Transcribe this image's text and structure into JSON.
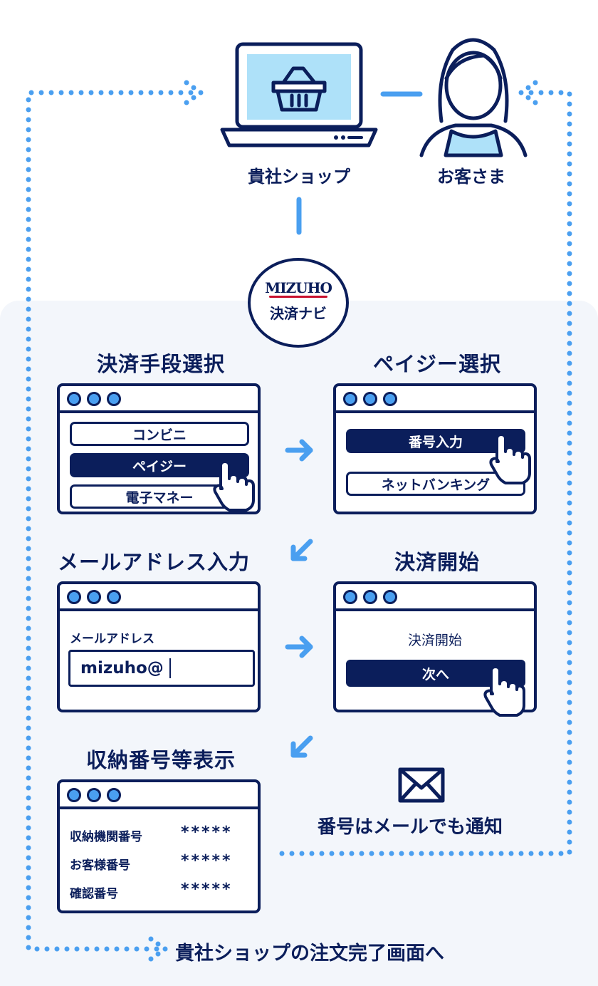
{
  "top": {
    "shop_label": "貴社ショップ",
    "customer_label": "お客さま",
    "laptop_icon": "shopping-basket-laptop-icon",
    "customer_icon": "woman-person-icon"
  },
  "logo": {
    "brand": "MIZUHO",
    "subtitle": "決済ナビ"
  },
  "steps": {
    "payment_method": {
      "title": "決済手段選択",
      "options": [
        "コンビニ",
        "ペイジー",
        "電子マネー"
      ],
      "selected": "ペイジー"
    },
    "payeasy": {
      "title": "ペイジー選択",
      "options": [
        "番号入力",
        "ネットバンキング"
      ],
      "selected": "番号入力"
    },
    "email": {
      "title": "メールアドレス入力",
      "field_label": "メールアドレス",
      "field_value": "mizuho@"
    },
    "start": {
      "title": "決済開始",
      "text": "決済開始",
      "button": "次へ"
    },
    "display": {
      "title": "収納番号等表示",
      "rows": [
        {
          "label": "収納機関番号",
          "value": "*****"
        },
        {
          "label": "お客様番号",
          "value": "*****"
        },
        {
          "label": "確認番号",
          "value": "*****"
        }
      ]
    }
  },
  "mail_note": "番号はメールでも通知",
  "footer": "貴社ショップの注文完了画面へ",
  "colors": {
    "navy": "#0b1e5b",
    "accent": "#4a9ff0",
    "panel": "#f3f6fb",
    "screen": "#aee1f9",
    "brand_red": "#c8102e"
  }
}
